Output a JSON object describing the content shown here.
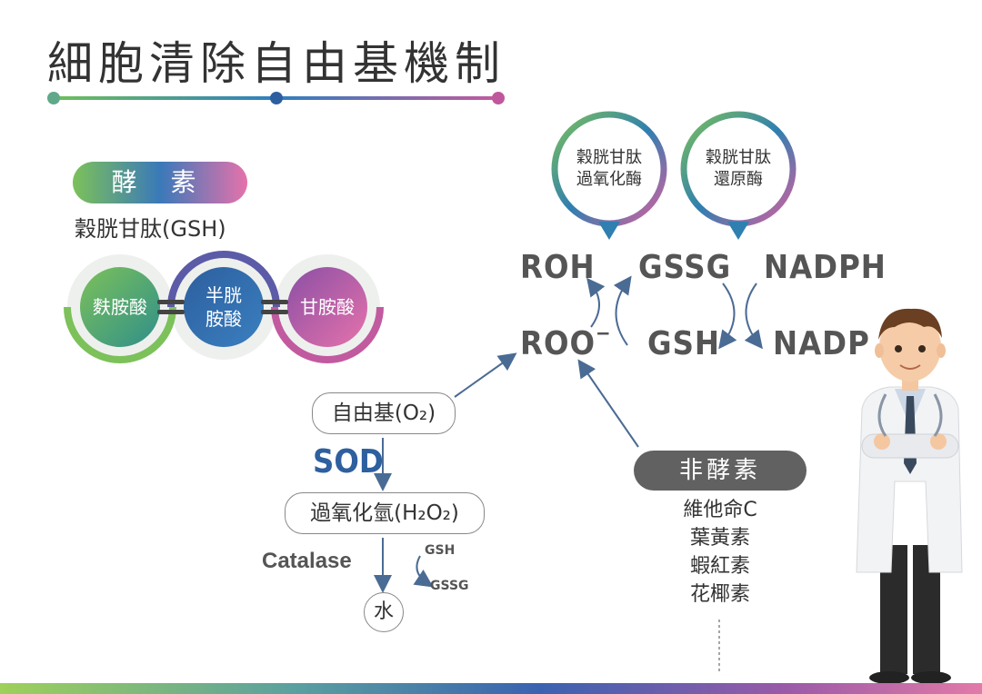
{
  "title": "細胞清除自由基機制",
  "enzyme": {
    "label": "酵 素",
    "gsh": "穀胱甘肽(GSH)",
    "amino_acids": [
      "麩胺酸",
      "半胱\n胺酸",
      "甘胺酸"
    ]
  },
  "bubbles": {
    "peroxidase": "穀胱甘肽\n過氧化酶",
    "reductase": "穀胱甘肽\n還原酶"
  },
  "cycle": {
    "roh": "ROH",
    "gssg": "GSSG",
    "nadph": "NADPH",
    "roo": "ROO",
    "roo_sup": "−",
    "gsh": "GSH",
    "nadp": "NADP"
  },
  "pathway": {
    "free_radical": "自由基(O₂)",
    "sod": "SOD",
    "h2o2": "過氧化氫(H₂O₂)",
    "catalase": "Catalase",
    "gsh_small": "GSH",
    "gssg_small": "GSSG",
    "water": "水"
  },
  "non_enzyme": {
    "label": "非酵素",
    "items": [
      "維他命C",
      "葉黃素",
      "蝦紅素",
      "花椰素"
    ]
  },
  "colors": {
    "green": "#7cc15a",
    "blue": "#2e5f9e",
    "pink": "#e672ab",
    "gray_dark": "#616161",
    "arrow": "#4a6b94"
  }
}
